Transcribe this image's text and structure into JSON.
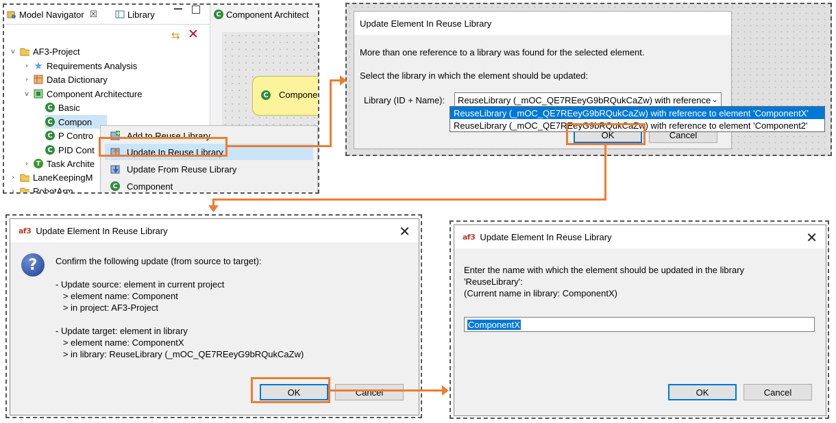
{
  "colors": {
    "accent": "#ed7d31",
    "selection": "#0078d7",
    "menu_highlight": "#cce4f7"
  },
  "navigator": {
    "tab_model": "Model Navigator",
    "tab_model_close": "☒",
    "tab_library": "Library",
    "tab_editor": "Component Architect",
    "tree": {
      "project": "AF3-Project",
      "requirements": "Requirements Analysis",
      "data_dictionary": "Data Dictionary",
      "component_architecture": "Component Architecture",
      "basic": "Basic",
      "component": "Compon",
      "p_control": "P Contro",
      "pid_control": "PID Cont",
      "task_architecture": "Task Archite",
      "lane_keeping": "LaneKeepingM",
      "robot_arm": "RobotArm"
    },
    "canvas_node": "Compone"
  },
  "context_menu": {
    "add": "Add to Reuse Library",
    "update_in": "Update In Reuse Library",
    "update_from": "Update From Reuse Library",
    "component": "Component"
  },
  "dialog_library": {
    "title": "Update Element In Reuse Library",
    "line1": "More than one reference to a library was found for the selected element.",
    "line2": "Select the library in which the element should be updated:",
    "combo_label": "Library (ID + Name):",
    "combo_value": "ReuseLibrary (_mOC_QE7REeyG9bRQukCaZw) with reference",
    "options": [
      "ReuseLibrary (_mOC_QE7REeyG9bRQukCaZw) with reference to element 'ComponentX'",
      "ReuseLibrary (_mOC_QE7REeyG9bRQukCaZw) with reference to element 'Component2'"
    ],
    "ok": "OK",
    "cancel": "Cancel"
  },
  "dialog_confirm": {
    "title": "Update Element In Reuse Library",
    "lines": [
      "Confirm the following update (from source to target):",
      "- Update source: element in current project",
      "   > element name: Component",
      "   > in project: AF3-Project",
      "- Update target: element in library",
      "   > element name: ComponentX",
      "   > in library: ReuseLibrary (_mOC_QE7REeyG9bRQukCaZw)"
    ],
    "ok": "OK",
    "cancel": "Cancel"
  },
  "dialog_name": {
    "title": "Update Element In Reuse Library",
    "line1": "Enter the name with which the element should be updated in the library",
    "line2": "'ReuseLibrary':",
    "line3": "(Current name in library: ComponentX)",
    "value": "ComponentX",
    "ok": "OK",
    "cancel": "Cancel"
  }
}
